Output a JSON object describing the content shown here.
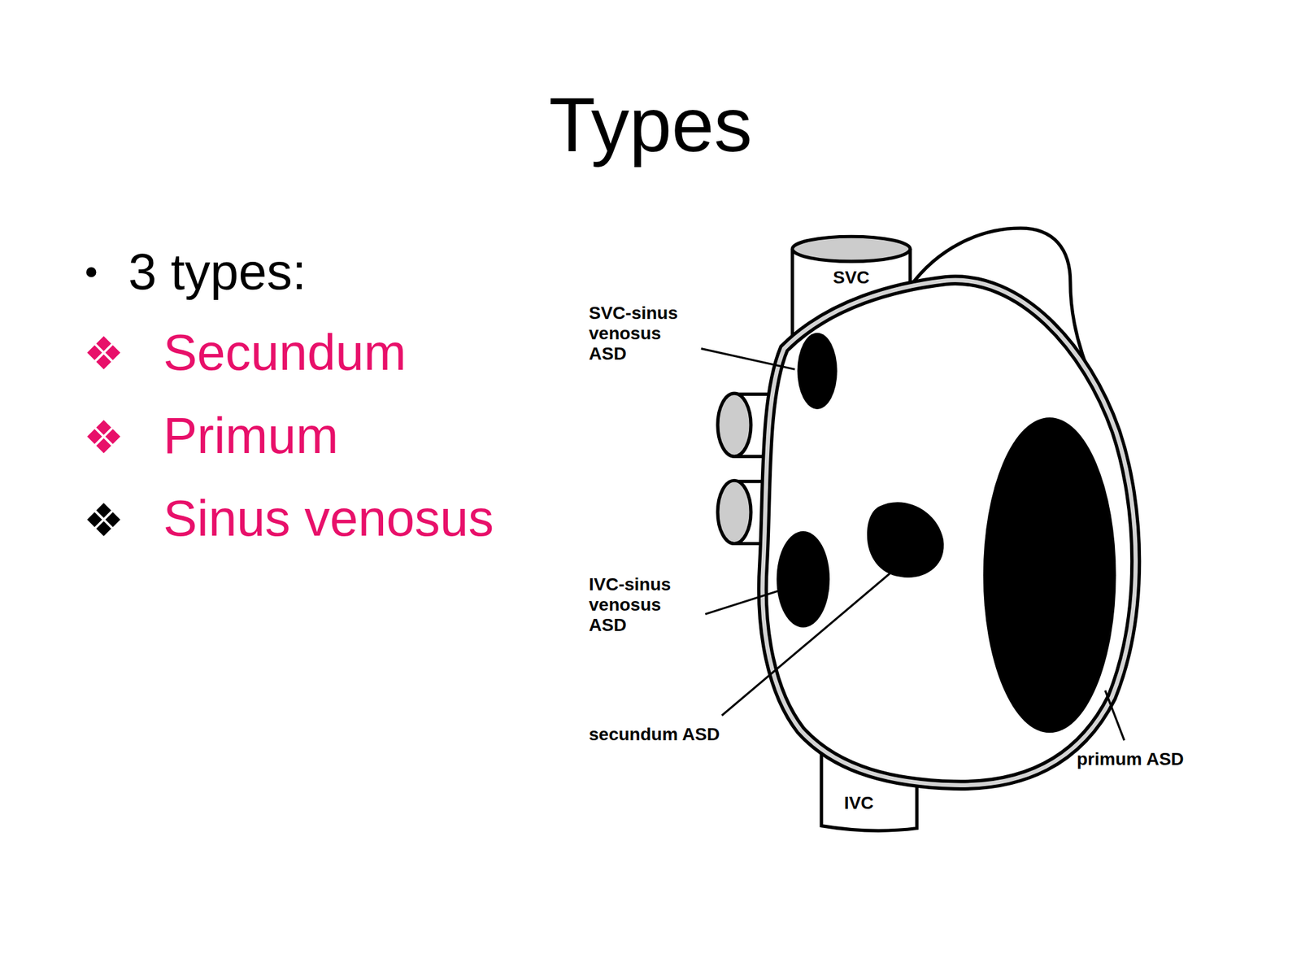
{
  "diagram": {
    "title": "Types",
    "labels": [
      "3 types:",
      "Secundum",
      "Primum",
      "Sinus venosus",
      "SVC",
      "SVC-sinus venosus ASD",
      "IVC-sinus venosus ASD",
      "secundum ASD",
      "primum ASD",
      "IVC"
    ]
  }
}
